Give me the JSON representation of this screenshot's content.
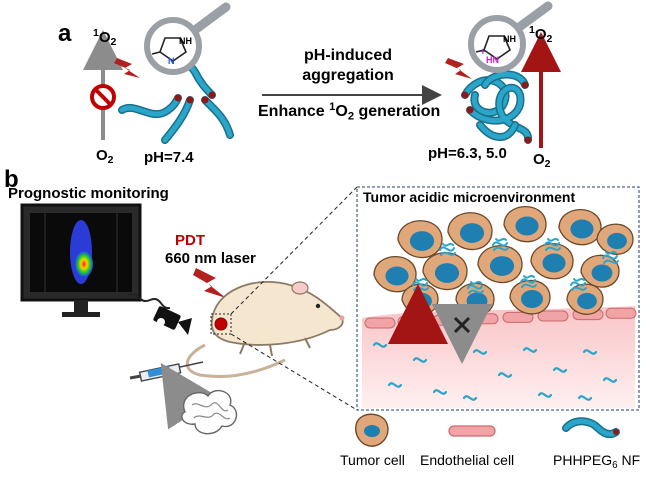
{
  "panel_a": {
    "letter": "a",
    "left_top_label_sup": "1",
    "left_top_label_main": "O",
    "left_top_label_sub": "2",
    "left_bottom_label_main": "O",
    "left_bottom_label_sub": "2",
    "ph_left": "pH=7.4",
    "arrow_text_line1": "pH-induced",
    "arrow_text_line2": "aggregation",
    "arrow_text_below_pre": "Enhance ",
    "arrow_text_below_sup": "1",
    "arrow_text_below_main": "O",
    "arrow_text_below_sub": "2",
    "arrow_text_below_post": " generation",
    "right_top_label_sup": "1",
    "right_top_label_main": "O",
    "right_top_label_sub": "2",
    "right_bottom_label_main": "O",
    "right_bottom_label_sub": "2",
    "ph_right": "pH=6.3, 5.0",
    "imidazole_nh_left": "NH",
    "imidazole_n_left": "N",
    "imidazole_nh_right": "NH",
    "imidazole_h_right": "H",
    "imidazole_n_right": "N",
    "imidazole_plus": "+"
  },
  "panel_b": {
    "letter": "b",
    "prognostic_label": "Prognostic monitoring",
    "pdt_label": "PDT",
    "laser_label": "660 nm laser",
    "inset_title": "Tumor acidic microenvironment"
  },
  "legend": {
    "tumor_cell": "Tumor cell",
    "endothelial_cell": "Endothelial cell",
    "nf_main": "PHHPEG",
    "nf_sub": "6",
    "nf_post": " NF"
  },
  "colors": {
    "fiber": "#29a6c9",
    "fiber_dark": "#1a6f8a",
    "dark_red": "#a31515",
    "red": "#c00000",
    "tumor_cell": "#e0a77a",
    "nucleus": "#1f7fb0",
    "endothelial": "#f2a3a5",
    "vessel": "#fbd3d3",
    "mouse": "#f5e6cf"
  }
}
